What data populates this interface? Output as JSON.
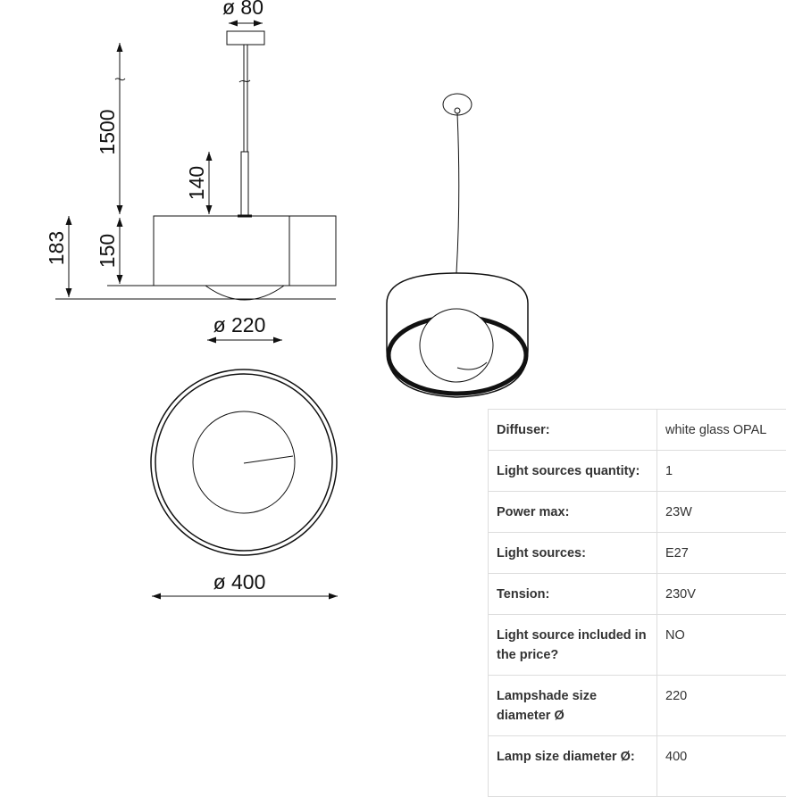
{
  "drawing": {
    "dimensions": {
      "canopy_diameter": "ø 80",
      "cable_length": "1500",
      "rod_length": "140",
      "total_height": "183",
      "shade_height": "150",
      "shade_diameter": "ø 220",
      "lamp_diameter": "ø 400"
    }
  },
  "specs": [
    {
      "key": "Diffuser:",
      "value": "white glass OPAL"
    },
    {
      "key": "Light sources quantity:",
      "value": "1"
    },
    {
      "key": "Power max:",
      "value": "23W"
    },
    {
      "key": "Light sources:",
      "value": "E27"
    },
    {
      "key": "Tension:",
      "value": "230V"
    },
    {
      "key": "Light source included in the price?",
      "value": "NO"
    },
    {
      "key": "Lampshade size diameter Ø",
      "value": "220"
    },
    {
      "key": "Lamp size diameter Ø:",
      "value": "400"
    }
  ]
}
